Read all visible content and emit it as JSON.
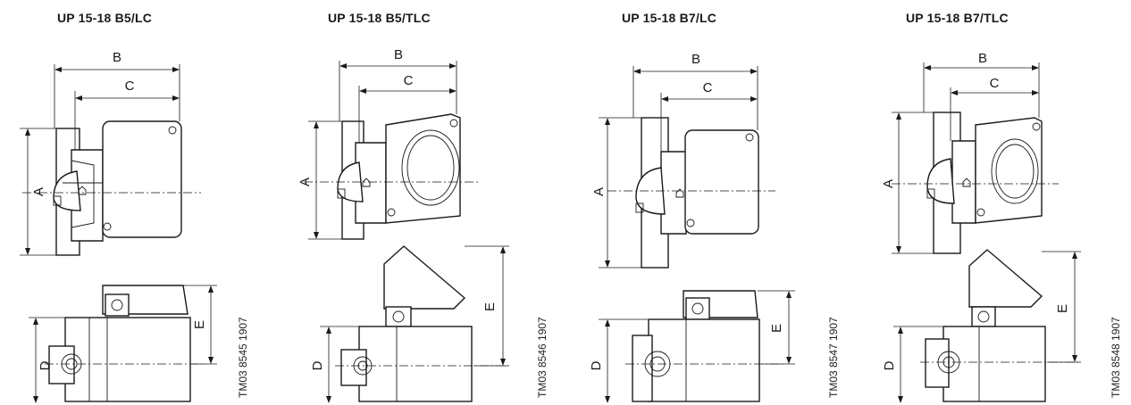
{
  "panels": [
    {
      "title": "UP 15-18 B5/LC",
      "code": "TM03 8545 1907",
      "labels": {
        "A": "A",
        "B": "B",
        "C": "C",
        "D": "D",
        "E": "E"
      }
    },
    {
      "title": "UP 15-18 B5/TLC",
      "code": "TM03 8546 1907",
      "labels": {
        "A": "A",
        "B": "B",
        "C": "C",
        "D": "D",
        "E": "E"
      }
    },
    {
      "title": "UP 15-18 B7/LC",
      "code": "TM03 8547 1907",
      "labels": {
        "A": "A",
        "B": "B",
        "C": "C",
        "D": "D",
        "E": "E"
      }
    },
    {
      "title": "UP 15-18 B7/TLC",
      "code": "TM03 8548 1907",
      "labels": {
        "A": "A",
        "B": "B",
        "C": "C",
        "D": "D",
        "E": "E"
      }
    }
  ]
}
